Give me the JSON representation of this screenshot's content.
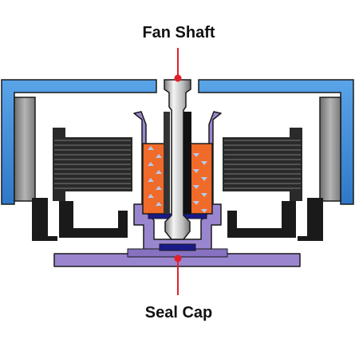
{
  "labels": {
    "top": "Fan Shaft",
    "bottom": "Seal Cap"
  },
  "parts": [
    {
      "name": "rotor-hub",
      "color": "#3a86d6"
    },
    {
      "name": "magnet-ring",
      "color": "#9a9a9a"
    },
    {
      "name": "stator-coils",
      "color": "#2a2a2a"
    },
    {
      "name": "bearing-housing",
      "color": "#9a86cf"
    },
    {
      "name": "oil-bearing",
      "color": "#f06a2a"
    },
    {
      "name": "fan-shaft",
      "color": "#c8c8c8"
    },
    {
      "name": "seal-cap",
      "color": "#1a1a8a"
    }
  ],
  "colors": {
    "callout": "#e3202a",
    "outline": "#1a1a1a"
  }
}
